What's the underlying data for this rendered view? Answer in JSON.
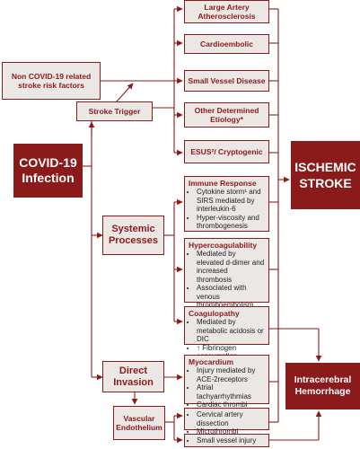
{
  "nodes": {
    "covid": "COVID-19 Infection",
    "ischemic": "ISCHEMIC STROKE",
    "hemorrhage": "Intracerebral Hemorrhage",
    "non_covid": "Non COVID-19 related stroke risk factors",
    "stroke_trigger": "Stroke Trigger",
    "systemic": "Systemic Processes",
    "direct_invasion": "Direct Invasion",
    "vascular_endothelium": "Vascular Endothelium"
  },
  "etiologies": [
    "Large Artery Atherosclerosis",
    "Cardioembolic",
    "Small Vessel Disease",
    "Other Determined Etiology*",
    "ESUS²/ Cryptogenic"
  ],
  "immune": {
    "title": "Immune Response",
    "items": [
      "Cytokine storm¹ and SIRS mediated by interleukin-6",
      "Hyper-viscosity and thrombogenesis"
    ]
  },
  "hypercoag": {
    "title": "Hypercoagulability",
    "items": [
      "Mediated by elevated d-dimer and increased thrombosis",
      "Associated with venous thromboembolism"
    ]
  },
  "coagulopathy": {
    "title": "Coagulopathy",
    "items": [
      "Mediated by metabolic acidosis or DIC",
      "↑ Fibrinogen consumption"
    ]
  },
  "myocardium": {
    "title": "Myocardium",
    "items": [
      "Injury mediated by ACE-2receptors",
      "Atrial tachyarrhythmias",
      "Cardiac thrombi"
    ]
  },
  "cervical": {
    "items": [
      "Cervical artery dissection",
      "Microthrombi"
    ]
  },
  "small_vessel_injury": {
    "items": [
      "Small vessel injury"
    ]
  },
  "colors": {
    "accent": "#8b1a1a",
    "box_fill": "#ebe7e4",
    "text": "#222222"
  }
}
